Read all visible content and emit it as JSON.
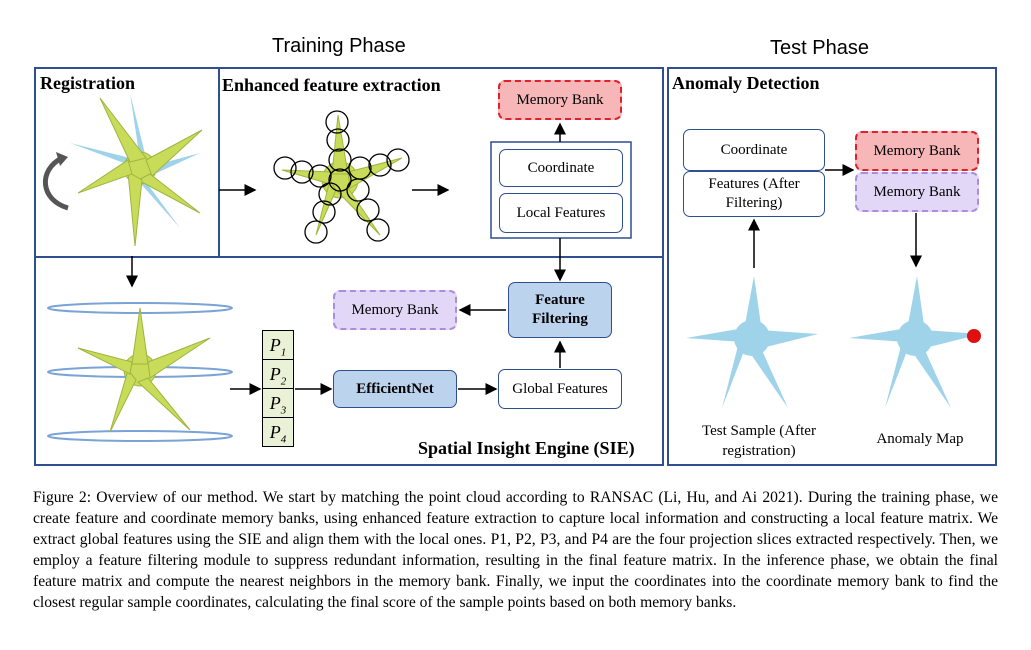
{
  "training_title": "Training Phase",
  "test_title": "Test Phase",
  "registration": {
    "title": "Registration"
  },
  "enhanced": {
    "title": "Enhanced feature extraction",
    "memory_bank": "Memory Bank",
    "coordinate": "Coordinate",
    "local_features": "Local Features"
  },
  "sie": {
    "title": "Spatial Insight Engine (SIE)",
    "memory_bank": "Memory Bank",
    "feature_filtering": "Feature Filtering",
    "efficientnet": "EfficientNet",
    "global_features": "Global Features",
    "slices": [
      "P1",
      "P2",
      "P3",
      "P4"
    ]
  },
  "anomaly": {
    "title": "Anomaly Detection",
    "coordinate": "Coordinate",
    "features_after": "Features (After Filtering)",
    "memory_bank_red": "Memory Bank",
    "memory_bank_purple": "Memory Bank",
    "test_sample": "Test Sample (After registration)",
    "anomaly_map": "Anomaly Map"
  },
  "caption": "Figure 2: Overview of our method. We start by matching the point cloud according to RANSAC (Li, Hu, and Ai 2021). During the training phase, we create feature and coordinate memory banks, using enhanced feature extraction to capture local information and constructing a local feature matrix. We extract global features using the SIE and align them with the local ones. P1, P2, P3, and P4 are the four projection slices extracted respectively. Then, we employ a feature filtering module to suppress redundant information, resulting in the final feature matrix. In the inference phase, we obtain the final feature matrix and compute the nearest neighbors in the memory bank. Finally, we input the coordinates into the coordinate memory bank to find the closest regular sample coordinates, calculating the final score of the sample points based on both memory banks.",
  "colors": {
    "panel_border": "#2f4f8f",
    "starfish_yellow": "#c9dc5a",
    "starfish_blue": "#9fd3ea",
    "blue_box": "#bcd3ee",
    "red_box": "#f7b6b8",
    "purple_box": "#e3d7f7",
    "anomaly_dot": "#e01010"
  }
}
